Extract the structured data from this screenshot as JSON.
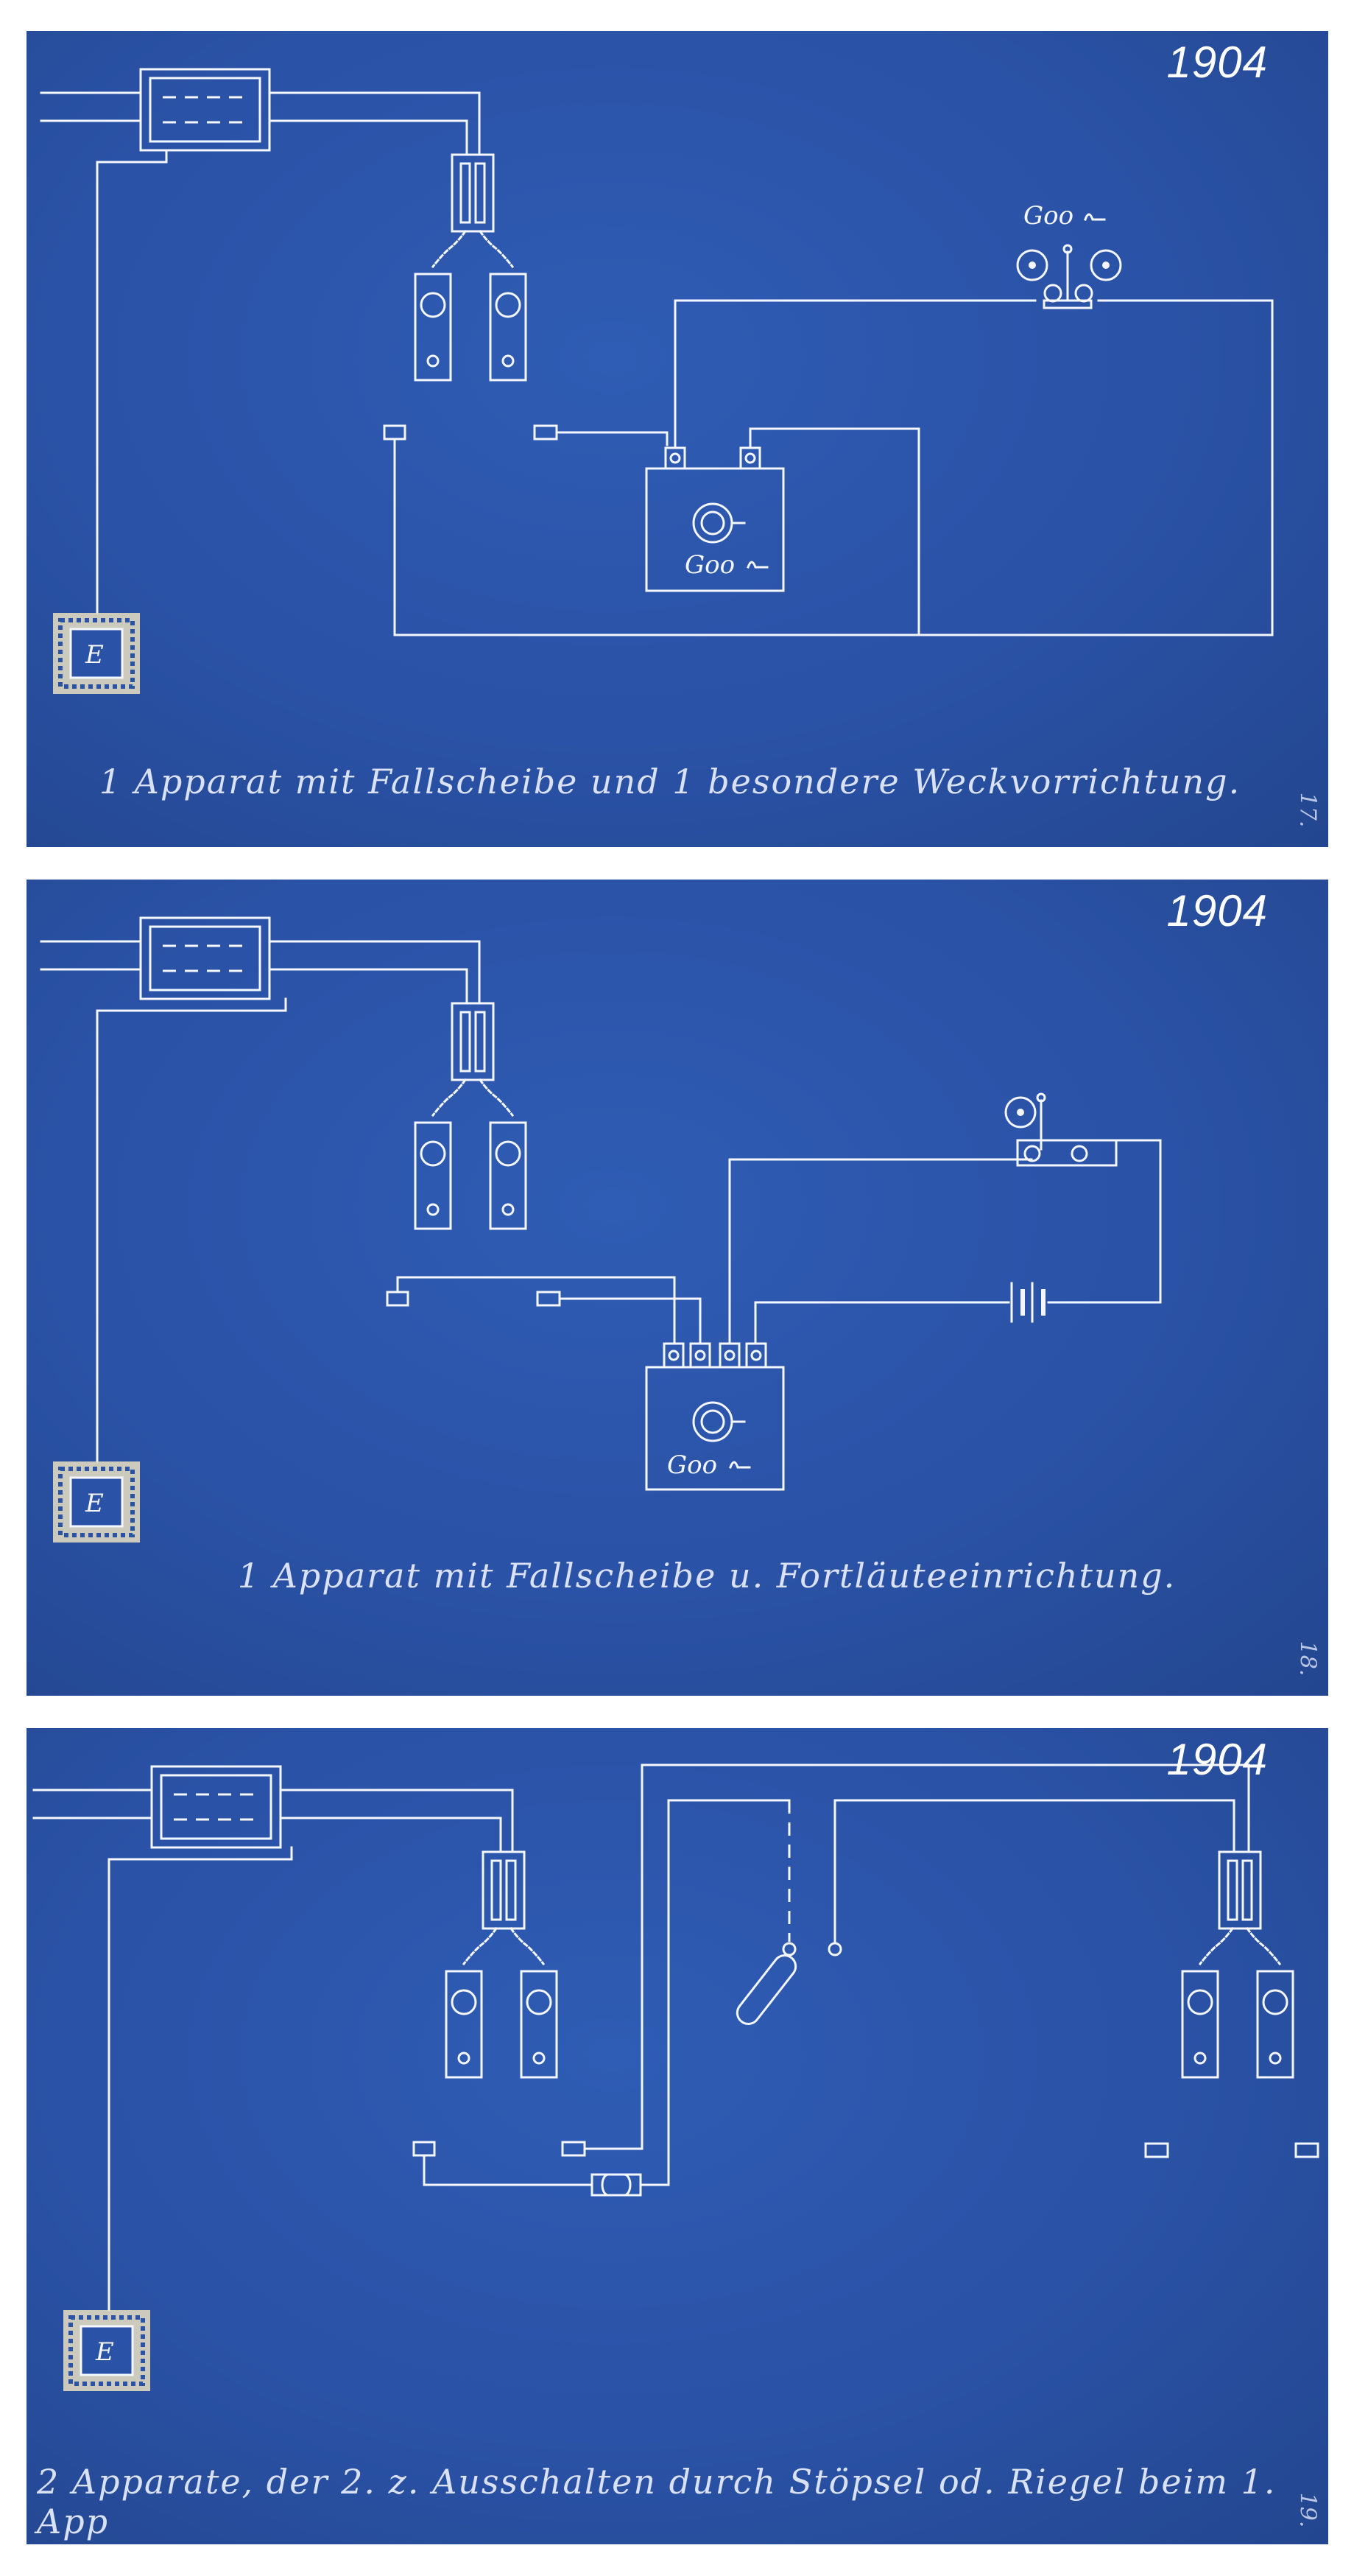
{
  "panels": [
    {
      "year": "1904",
      "caption": "1 Apparat mit Fallscheibe und 1 besondere Weckvorrichtung.",
      "side_number": "17.",
      "apparatus_label": "Goo",
      "bell_label": "Goo",
      "ground_label": "E"
    },
    {
      "year": "1904",
      "caption": "1 Apparat mit Fallscheibe u. Fortläuteeinrichtung.",
      "side_number": "18.",
      "apparatus_label": "Goo",
      "ground_label": "E"
    },
    {
      "year": "1904",
      "caption": "2 Apparate, der 2. z. Ausschalten durch Stöpsel od. Riegel beim 1. App",
      "side_number": "19.",
      "ground_label": "E"
    }
  ],
  "colors": {
    "blueprint": "#2a52a6",
    "line": "#f4f7ff",
    "page": "#ffffff"
  }
}
